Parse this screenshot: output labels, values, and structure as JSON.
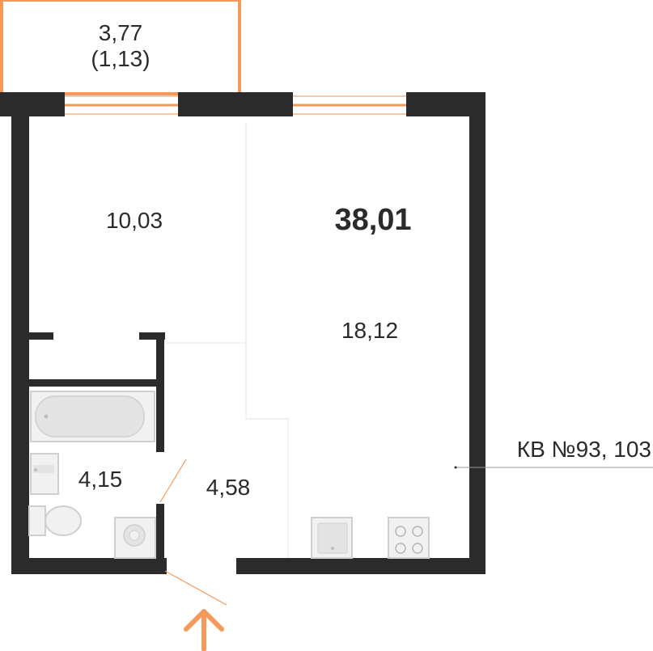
{
  "balcony": {
    "area": "3,77",
    "coef": "(1,13)"
  },
  "total_area": "38,01",
  "rooms": [
    {
      "id": "bedroom",
      "area": "10,03"
    },
    {
      "id": "living",
      "area": "18,12"
    },
    {
      "id": "bathroom",
      "area": "4,15"
    },
    {
      "id": "hall",
      "area": "4,58"
    }
  ],
  "apartment_label": "КВ №93, 103",
  "colors": {
    "wall": "#2b2b2b",
    "accent": "#f39a5a",
    "fixture": "#f1f1f1"
  }
}
